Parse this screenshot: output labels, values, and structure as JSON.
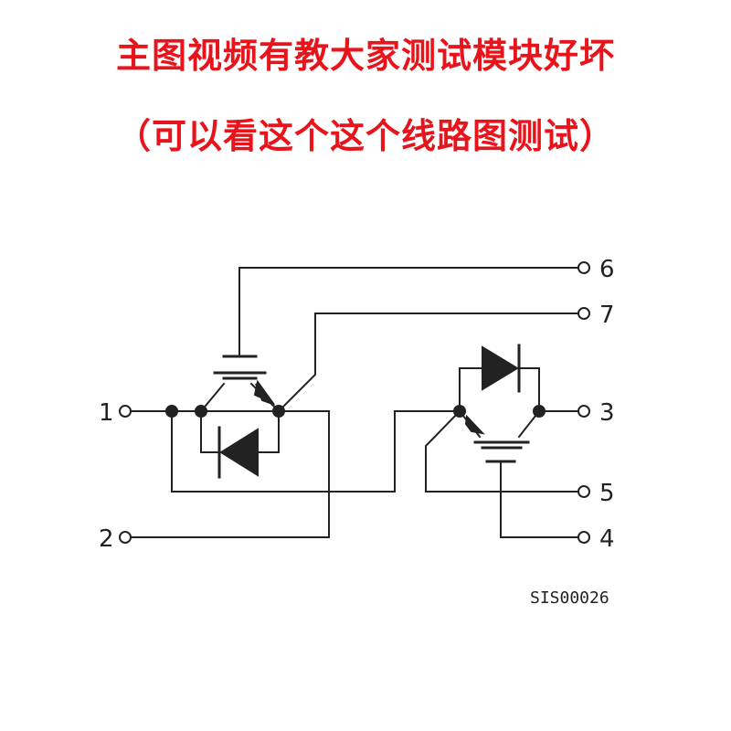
{
  "header": {
    "line1": "主图视频有教大家测试模块好坏",
    "line2": "（可以看这个这个线路图测试）",
    "color": "#e8141c"
  },
  "diagram": {
    "pins": {
      "p1": "1",
      "p2": "2",
      "p3": "3",
      "p4": "4",
      "p5": "5",
      "p6": "6",
      "p7": "7"
    },
    "ref_code": "SIS00026",
    "line_color": "#222222"
  }
}
